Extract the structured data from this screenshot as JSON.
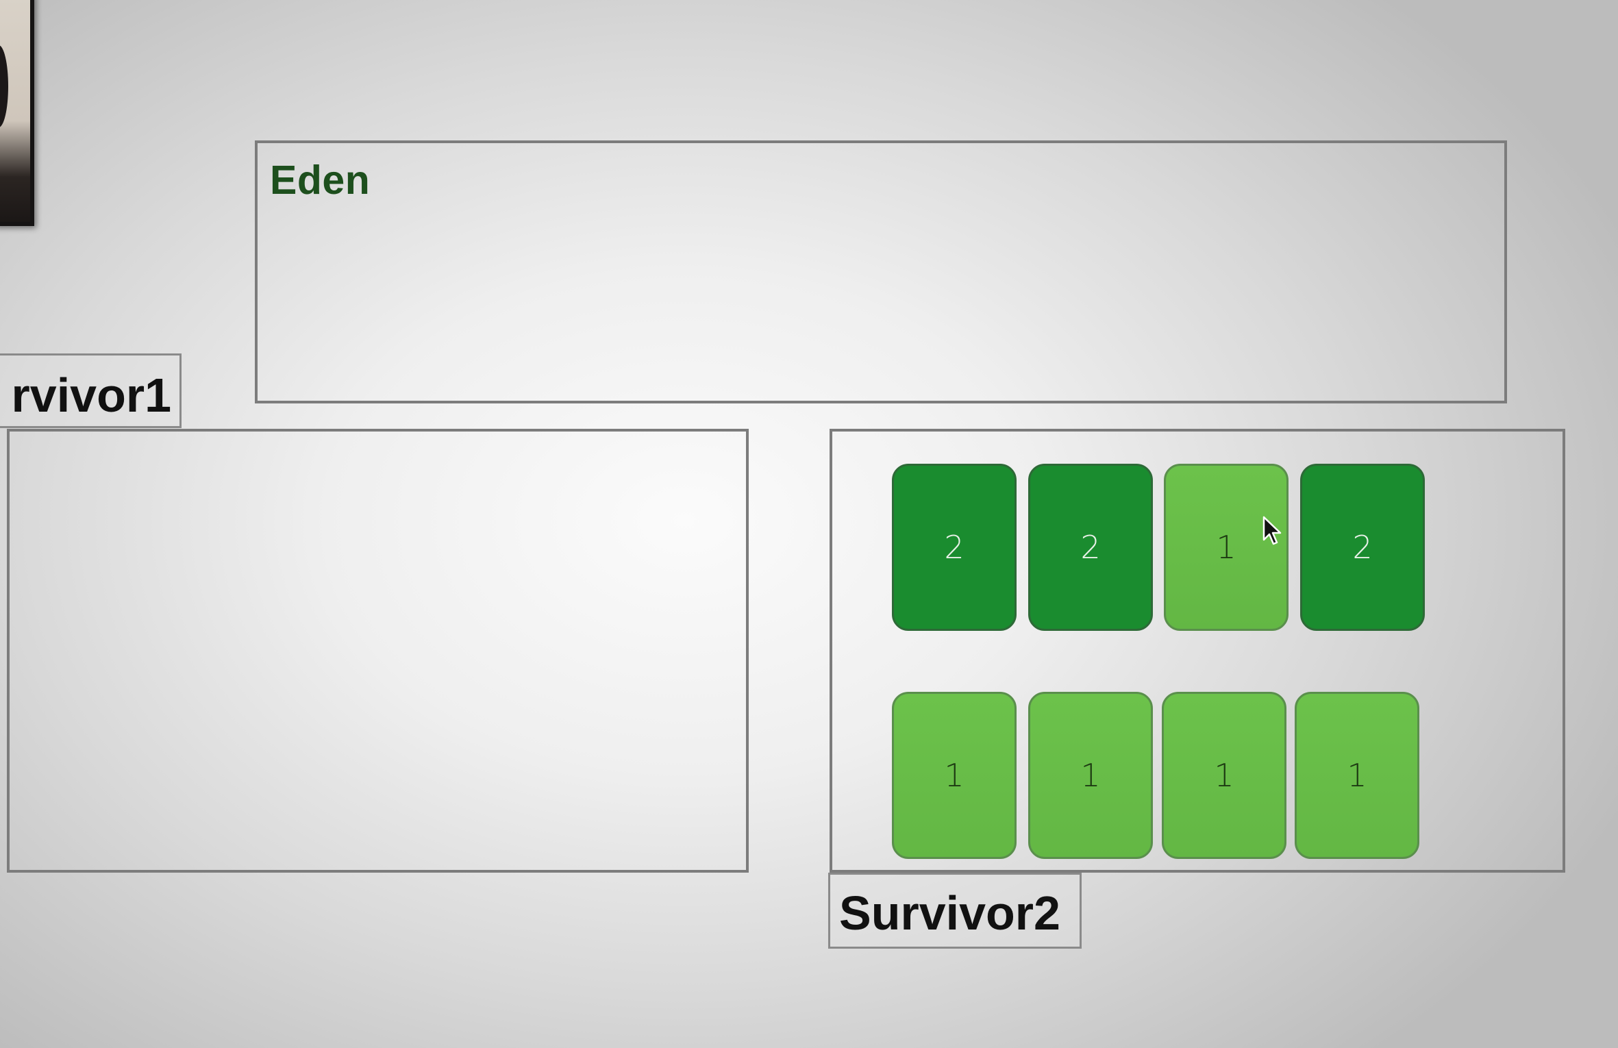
{
  "eden": {
    "label": "Eden"
  },
  "survivor1": {
    "label": "rvivor1"
  },
  "survivor2": {
    "label": "Survivor2",
    "row1": [
      {
        "age": "2"
      },
      {
        "age": "2"
      },
      {
        "age": "1"
      },
      {
        "age": "2"
      }
    ],
    "row2": [
      {
        "age": "1"
      },
      {
        "age": "1"
      },
      {
        "age": "1"
      },
      {
        "age": "1"
      }
    ]
  },
  "colors": {
    "age2_fill": "#1a8c2f",
    "age1_fill": "#6cc24b",
    "eden_label": "#1d4f1d",
    "region_border": "#7c7c7c"
  },
  "icons": {
    "cursor": "mouse-pointer-icon"
  }
}
